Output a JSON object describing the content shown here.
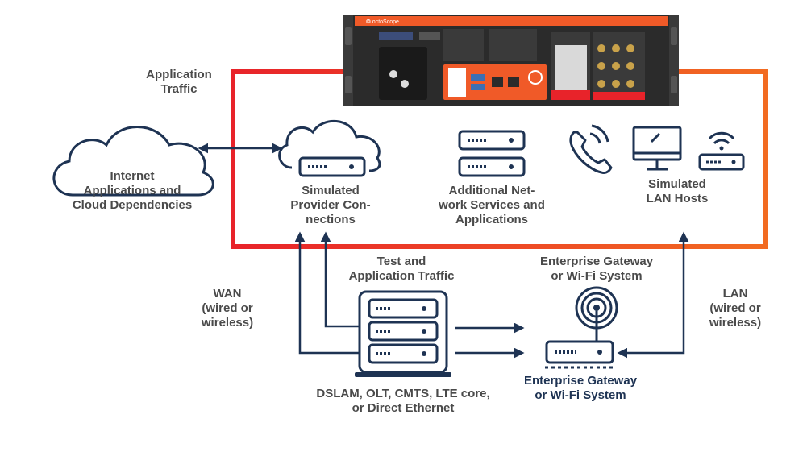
{
  "labels": {
    "application_traffic": [
      "Application",
      "Traffic"
    ],
    "internet": [
      "Internet",
      "Applications and",
      "Cloud Dependencies"
    ],
    "simulated_provider": [
      "Simulated",
      "Provider Con-",
      "nections"
    ],
    "additional_services": [
      "Additional Net-",
      "work Services and",
      "Applications"
    ],
    "simulated_lan": [
      "Simulated",
      "LAN Hosts"
    ],
    "test_traffic": [
      "Test and",
      "Application Traffic"
    ],
    "enterprise_top": [
      "Enterprise Gateway",
      "or Wi-Fi System"
    ],
    "enterprise_bottom": [
      "Enterprise Gateway",
      "or Wi-Fi System"
    ],
    "wan": [
      "WAN",
      "(wired or",
      "wireless)"
    ],
    "lan": [
      "LAN",
      "(wired or",
      "wireless)"
    ],
    "access": [
      "DSLAM, OLT, CMTS, LTE core,",
      "or Direct Ethernet"
    ]
  },
  "device": {
    "brand": "❂ octoScope"
  },
  "colors": {
    "frame_start": "#e8232a",
    "frame_end": "#f26b21",
    "navy": "#1e3353",
    "label_gray": "#4a4a4a",
    "device_body": "#2b2b2b"
  },
  "icons": [
    "cloud-icon",
    "server-icon",
    "phone-icon",
    "monitor-icon",
    "router-icon",
    "wifi-icon",
    "tower-server-icon",
    "antenna-icon"
  ]
}
